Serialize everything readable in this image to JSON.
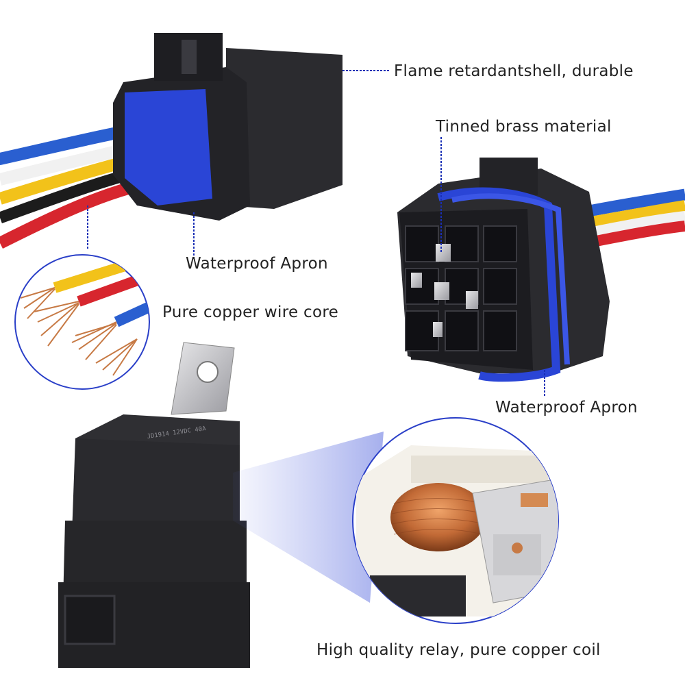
{
  "callouts": {
    "shell": "Flame retardantshell, durable",
    "tinned": "Tinned brass material",
    "apron_left": "Waterproof Apron",
    "copper_core": "Pure copper wire core",
    "apron_right": "Waterproof Apron",
    "relay": "High quality relay, pure copper coil"
  },
  "relay_label_text": "JD1914 12VDC 40A",
  "colors": {
    "housing": "#2b2b2f",
    "seal": "#2a45d6",
    "leader": "#1a2fb5",
    "wire_blue": "#2a5fd0",
    "wire_yellow": "#f2c21a",
    "wire_red": "#d7262e",
    "wire_black": "#1c1c1c",
    "wire_white": "#f1f1f1",
    "copper": "#c77a45"
  }
}
